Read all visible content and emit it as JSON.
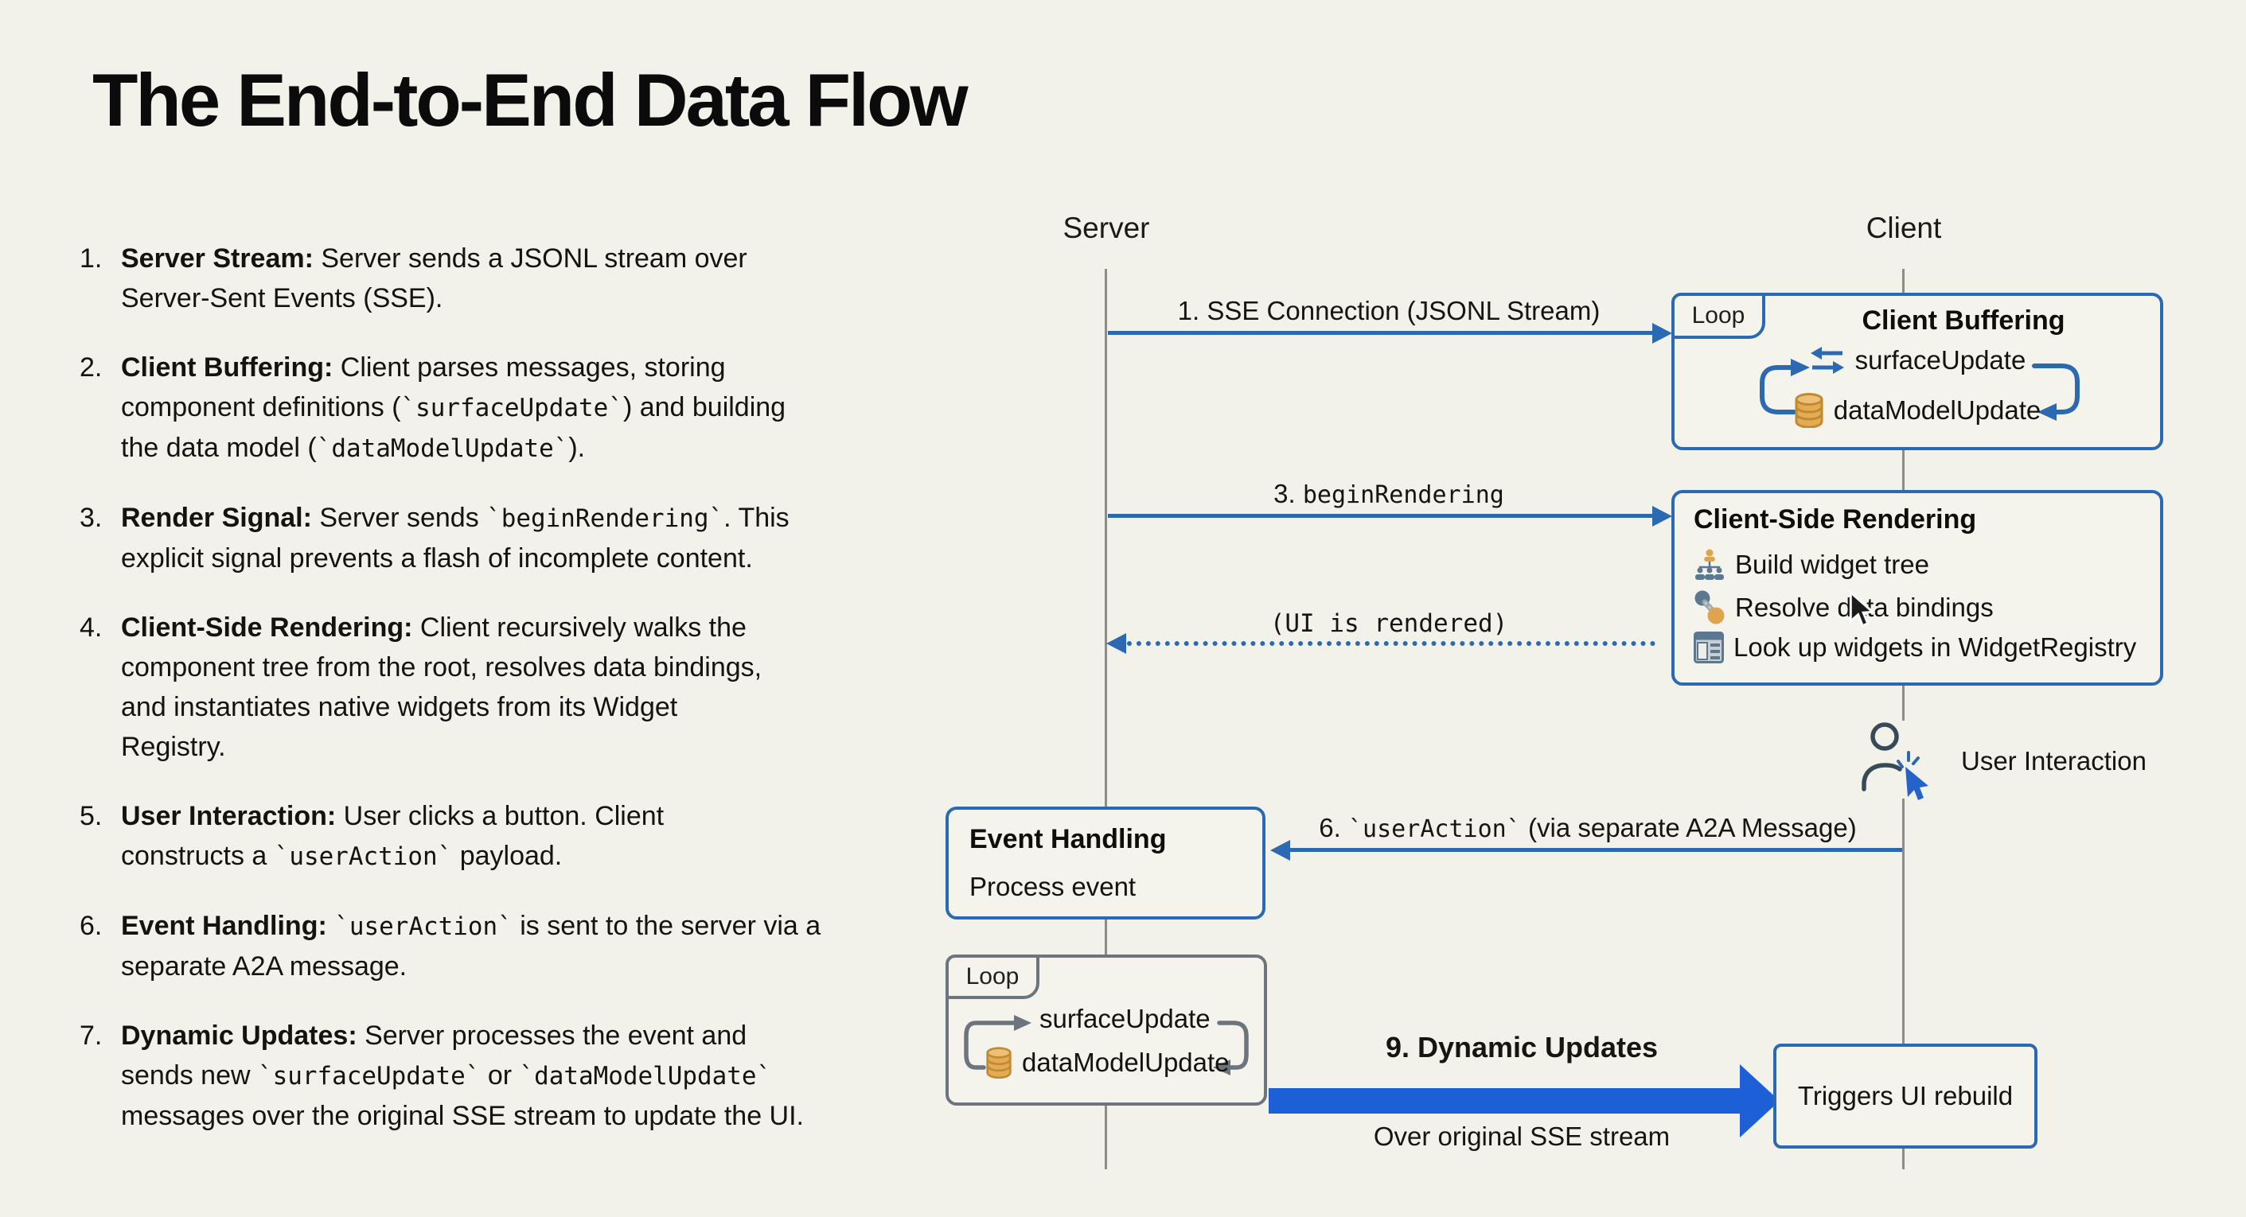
{
  "page": {
    "title": "The End-to-End Data Flow",
    "background": "#f2f1ea"
  },
  "steps": [
    {
      "num": "1.",
      "heading": "Server Stream:",
      "body": [
        {
          "text": " Server sends a JSONL stream over\nServer-Sent Events (SSE)."
        }
      ]
    },
    {
      "num": "2.",
      "heading": "Client Buffering:",
      "body": [
        {
          "text": " Client parses messages, storing\ncomponent definitions ("
        },
        {
          "text": "`surfaceUpdate`",
          "code": true
        },
        {
          "text": ") and building\nthe data model ("
        },
        {
          "text": "`dataModelUpdate`",
          "code": true
        },
        {
          "text": ")."
        }
      ]
    },
    {
      "num": "3.",
      "heading": "Render Signal:",
      "body": [
        {
          "text": " Server sends "
        },
        {
          "text": "`beginRendering`",
          "code": true
        },
        {
          "text": ". This\nexplicit signal prevents a flash of incomplete content."
        }
      ]
    },
    {
      "num": "4.",
      "heading": "Client-Side Rendering:",
      "body": [
        {
          "text": " Client recursively walks the\ncomponent tree from the root, resolves data bindings,\nand instantiates native widgets from its Widget\nRegistry."
        }
      ]
    },
    {
      "num": "5.",
      "heading": "User Interaction:",
      "body": [
        {
          "text": " User clicks a button. Client\nconstructs a "
        },
        {
          "text": "`userAction`",
          "code": true
        },
        {
          "text": " payload."
        }
      ]
    },
    {
      "num": "6.",
      "heading": "Event Handling:",
      "body": [
        {
          "text": " "
        },
        {
          "text": "`userAction`",
          "code": true
        },
        {
          "text": " is sent to the server via a\nseparate A2A message."
        }
      ]
    },
    {
      "num": "7.",
      "heading": "Dynamic Updates:",
      "body": [
        {
          "text": " Server processes the event and\nsends new "
        },
        {
          "text": "`surfaceUpdate`",
          "code": true
        },
        {
          "text": " or "
        },
        {
          "text": "`dataModelUpdate`",
          "code": true
        },
        {
          "text": "\nmessages over the original SSE stream to update the UI."
        }
      ]
    }
  ],
  "diagram": {
    "server_label": "Server",
    "client_label": "Client",
    "arrow_sse": {
      "label": "1. SSE Connection (JSONL Stream)"
    },
    "client_buffering": {
      "loop_label": "Loop",
      "title": "Client Buffering",
      "rows": [
        {
          "icon": "swap-arrows-icon",
          "label": "surfaceUpdate"
        },
        {
          "icon": "database-icon",
          "label": "dataModelUpdate"
        }
      ]
    },
    "arrow_begin_rendering": {
      "segments": [
        {
          "text": "3. "
        },
        {
          "text": "beginRendering",
          "code": true
        }
      ]
    },
    "client_side_rendering": {
      "title": "Client-Side Rendering",
      "items": [
        {
          "icon": "widget-tree-icon",
          "label": "Build widget tree"
        },
        {
          "icon": "data-bindings-icon",
          "label": "Resolve data bindings"
        },
        {
          "icon": "widget-registry-icon",
          "label": "Look up widgets in WidgetRegistry"
        }
      ]
    },
    "arrow_ui_rendered": {
      "label": "(UI is rendered)"
    },
    "user_interaction": {
      "label": "User Interaction",
      "icon": "person-click-icon"
    },
    "arrow_user_action": {
      "segments": [
        {
          "text": "6. "
        },
        {
          "text": "`userAction`",
          "code": true
        },
        {
          "text": " (via separate A2A Message)"
        }
      ]
    },
    "event_handling": {
      "title": "Event Handling",
      "subtitle": "Process event"
    },
    "server_loop": {
      "loop_label": "Loop",
      "rows": [
        {
          "label": "surfaceUpdate"
        },
        {
          "icon": "database-icon",
          "label": "dataModelUpdate"
        }
      ]
    },
    "arrow_dynamic_updates": {
      "label": "9. Dynamic Updates",
      "sublabel": "Over original SSE stream"
    },
    "triggers_rebuild": {
      "label": "Triggers UI rebuild"
    },
    "colors": {
      "accent_blue": "#2b6ab2",
      "thick_arrow_blue": "#1c5fd6",
      "loop_gray": "#6c747d",
      "lifeline_gray": "#8d8d87",
      "database_orange": "#e4ab55"
    }
  }
}
